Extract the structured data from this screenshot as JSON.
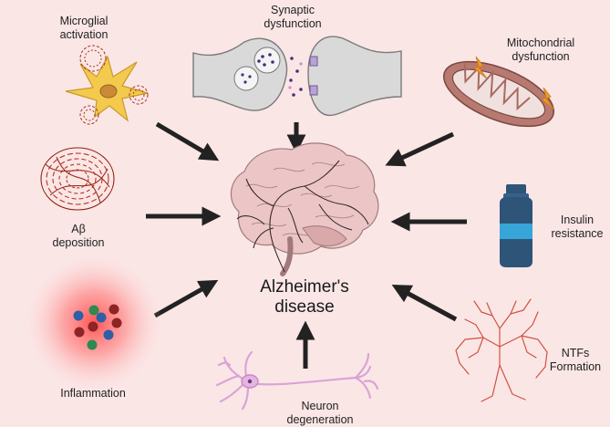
{
  "center": {
    "line1": "Alzheimer's",
    "line2": "disease"
  },
  "factors": {
    "microglial": {
      "line1": "Microglial",
      "line2": "activation",
      "icon": "microglia-cell-icon"
    },
    "synaptic": {
      "line1": "Synaptic",
      "line2": "dysfunction",
      "icon": "synapse-icon"
    },
    "mitochondrial": {
      "line1": "Mitochondrial",
      "line2": "dysfunction",
      "icon": "mitochondrion-icon"
    },
    "abeta": {
      "line1": "Aβ",
      "line2": "deposition",
      "icon": "amyloid-plaque-icon"
    },
    "insulin": {
      "line1": "Insulin",
      "line2": "resistance",
      "icon": "insulin-vial-icon"
    },
    "inflammation": {
      "line1": "Inflammation",
      "icon": "inflammation-icon"
    },
    "neuron": {
      "line1": "Neuron",
      "line2": "degeneration",
      "icon": "neuron-icon"
    },
    "ntfs": {
      "line1": "NTFs",
      "line2": "Formation",
      "icon": "neurofibrillary-tangle-icon"
    }
  },
  "colors": {
    "background": "#fbe6e6",
    "arrow": "#222222",
    "brain": "#e9c1c1",
    "fiber": "#b5331f",
    "vial": "#2e5478",
    "vial_band": "#37a5d8",
    "neuron": "#e2b4e0",
    "inflammation_glow": "#ff5a5a"
  }
}
